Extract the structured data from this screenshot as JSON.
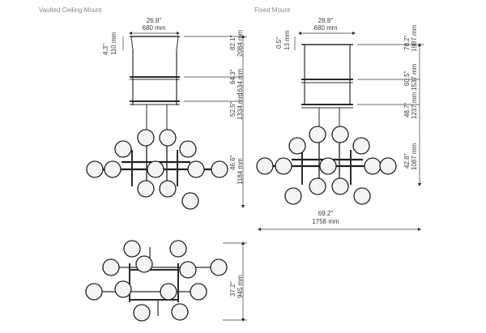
{
  "vaulted": {
    "title": "Vaulted Ceiling Mount",
    "width_in": "26.8\"",
    "width_mm": "680 mm",
    "top_gap_in": "4.3\"",
    "top_gap_mm": "110 mm",
    "total_in": "82.1\"",
    "total_mm": "2084 mm",
    "upper_in": "64.3\"",
    "upper_mm": "1634 mm",
    "middle_in": "52.5\"",
    "middle_mm": "1334 mm",
    "fixture_in": "46.6\"",
    "fixture_mm": "1184 mm"
  },
  "fixed": {
    "title": "Fixed Mount",
    "width_in": "26.8\"",
    "width_mm": "680 mm",
    "top_gap_in": "0.5\"",
    "top_gap_mm": "13 mm",
    "total_in": "78.2\"",
    "total_mm": "1987 mm",
    "upper_in": "60.5\"",
    "upper_mm": "1537 mm",
    "middle_in": "48.7\"",
    "middle_mm": "1237 mm",
    "fixture_in": "42.8\"",
    "fixture_mm": "1087 mm",
    "span_in": "69.2\"",
    "span_mm": "1758 mm"
  },
  "top_view": {
    "depth_in": "37.2\"",
    "depth_mm": "945 mm"
  }
}
